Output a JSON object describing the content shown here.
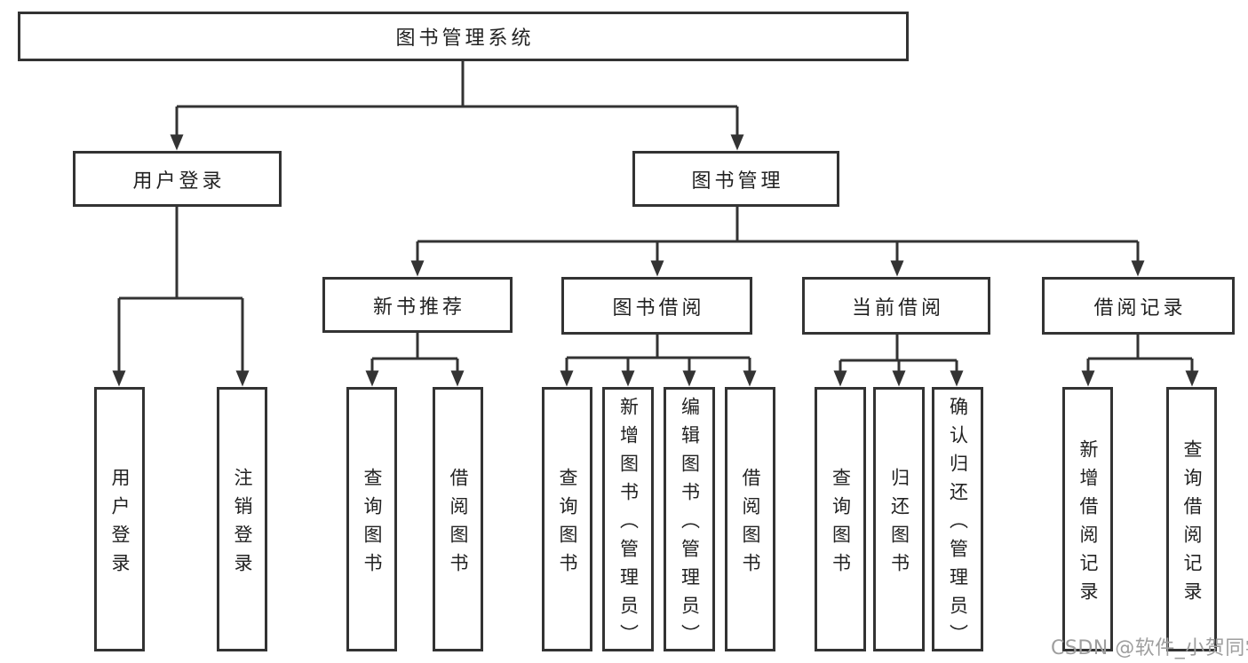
{
  "diagram": {
    "title": "图书管理系统",
    "children": [
      {
        "label": "用户登录",
        "children": [
          {
            "label": "用户登录"
          },
          {
            "label": "注销登录"
          }
        ]
      },
      {
        "label": "图书管理",
        "children": [
          {
            "label": "新书推荐",
            "children": [
              {
                "label": "查询图书"
              },
              {
                "label": "借阅图书"
              }
            ]
          },
          {
            "label": "图书借阅",
            "children": [
              {
                "label": "查询图书"
              },
              {
                "label": "新增图书（管理员）"
              },
              {
                "label": "编辑图书（管理员）"
              },
              {
                "label": "借阅图书"
              }
            ]
          },
          {
            "label": "当前借阅",
            "children": [
              {
                "label": "查询图书"
              },
              {
                "label": "归还图书"
              },
              {
                "label": "确认归还（管理员）"
              }
            ]
          },
          {
            "label": "借阅记录",
            "children": [
              {
                "label": "新增借阅记录"
              },
              {
                "label": "查询借阅记录"
              }
            ]
          }
        ]
      }
    ]
  },
  "watermark": {
    "text": "CSDN @软件_小贺同学",
    "color": "#9e9e9e"
  },
  "colors": {
    "line": "#333333",
    "box_border": "#333333",
    "box_fill": "#ffffff",
    "text": "#222222",
    "background": "#ffffff"
  }
}
